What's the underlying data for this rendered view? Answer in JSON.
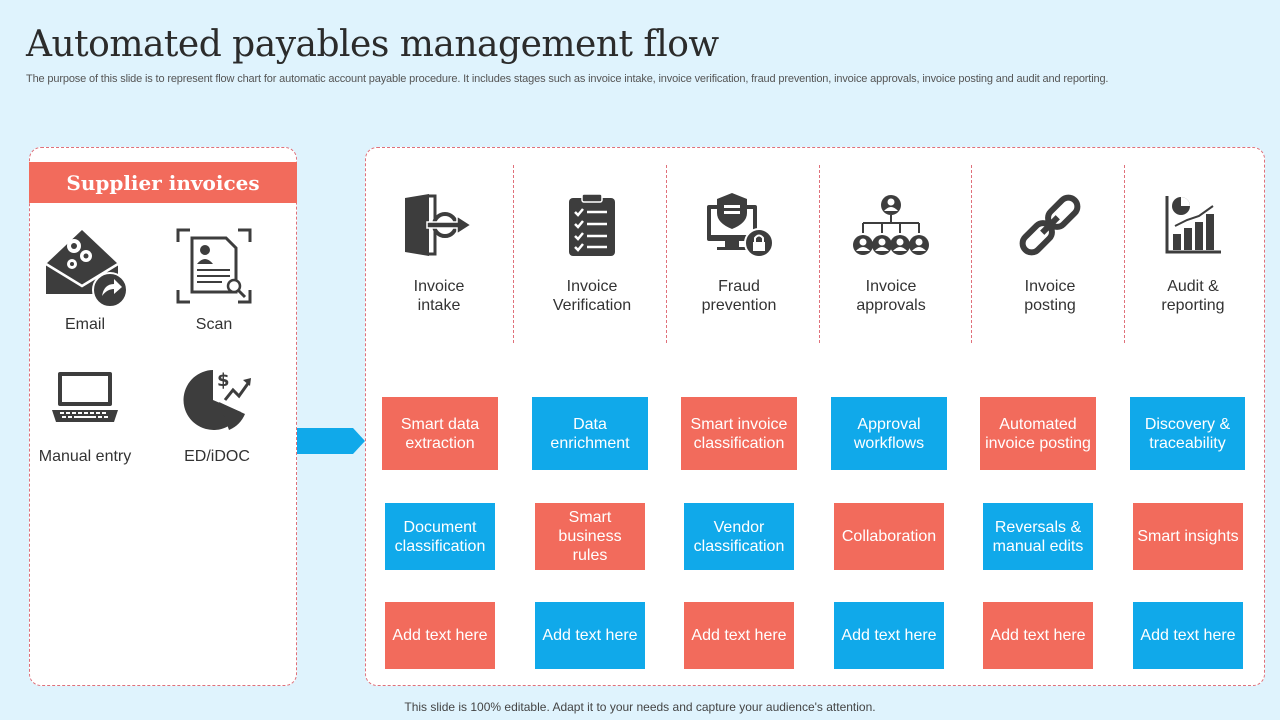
{
  "title": "Automated payables management flow",
  "subtitle": "The purpose of this slide is to represent flow chart for automatic account payable procedure. It includes stages such as invoice intake, invoice verification, fraud prevention, invoice approvals, invoice posting and audit and reporting.",
  "supplier": {
    "header": "Supplier invoices",
    "sources": [
      {
        "label": "Email",
        "icon": "email-gears-icon"
      },
      {
        "label": "Scan",
        "icon": "scan-document-icon"
      },
      {
        "label": "Manual entry",
        "icon": "laptop-icon"
      },
      {
        "label": "ED/iDOC",
        "icon": "pie-dollar-icon"
      }
    ]
  },
  "stages": [
    {
      "label": "Invoice\nintake",
      "icon": "door-enter-icon"
    },
    {
      "label": "Invoice\nVerification",
      "icon": "checklist-clipboard-icon"
    },
    {
      "label": "Fraud\nprevention",
      "icon": "monitor-shield-lock-icon"
    },
    {
      "label": "Invoice\napprovals",
      "icon": "org-hierarchy-icon"
    },
    {
      "label": "Invoice\nposting",
      "icon": "chain-link-icon"
    },
    {
      "label": "Audit &\nreporting",
      "icon": "bar-chart-report-icon"
    }
  ],
  "grid": [
    [
      "Smart data extraction",
      "Data enrichment",
      "Smart invoice classification",
      "Approval workflows",
      "Automated invoice posting",
      "Discovery & traceability"
    ],
    [
      "Document classification",
      "Smart business rules",
      "Vendor classification",
      "Collaboration",
      "Reversals & manual edits",
      "Smart insights"
    ],
    [
      "Add text here",
      "Add text here",
      "Add text here",
      "Add text here",
      "Add text here",
      "Add text here"
    ]
  ],
  "colors": {
    "red": "#f26b5c",
    "blue": "#10a9ea",
    "background": "#dff3fd",
    "dashed_border": "#e0707a",
    "icon": "#3d3d3d"
  },
  "footer": "This slide is 100% editable. Adapt it to your needs and capture your audience's attention."
}
